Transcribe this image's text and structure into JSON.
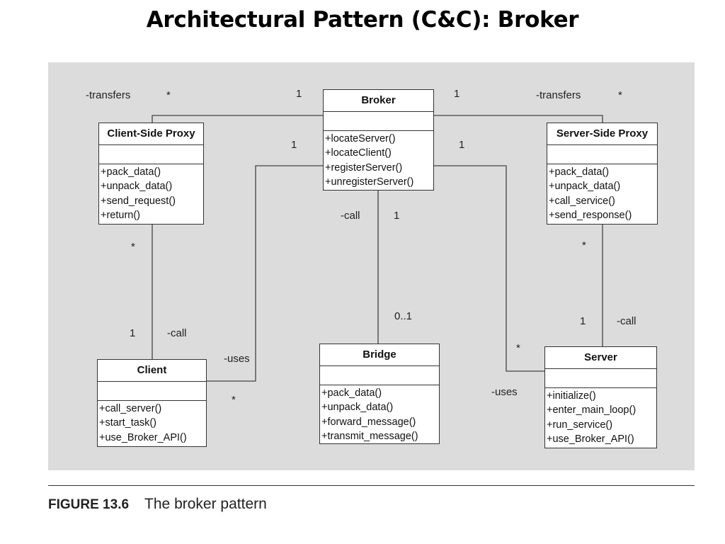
{
  "title": "Architectural Pattern (C&C): Broker",
  "classes": {
    "broker": {
      "name": "Broker",
      "ops": [
        "+locateServer()",
        "+locateClient()",
        "+registerServer()",
        "+unregisterServer()"
      ]
    },
    "client_proxy": {
      "name": "Client-Side Proxy",
      "ops": [
        "+pack_data()",
        "+unpack_data()",
        "+send_request()",
        "+return()"
      ]
    },
    "server_proxy": {
      "name": "Server-Side Proxy",
      "ops": [
        "+pack_data()",
        "+unpack_data()",
        "+call_service()",
        "+send_response()"
      ]
    },
    "client": {
      "name": "Client",
      "ops": [
        "+call_server()",
        "+start_task()",
        "+use_Broker_API()"
      ]
    },
    "bridge": {
      "name": "Bridge",
      "ops": [
        "+pack_data()",
        "+unpack_data()",
        "+forward_message()",
        "+transmit_message()"
      ]
    },
    "server": {
      "name": "Server",
      "ops": [
        "+initialize()",
        "+enter_main_loop()",
        "+run_service()",
        "+use_Broker_API()"
      ]
    }
  },
  "labels": {
    "transfers_left": "-transfers",
    "star_transfers_left": "*",
    "one_broker_left_top": "1",
    "one_broker_right_top": "1",
    "transfers_right": "-transfers",
    "star_transfers_right": "*",
    "one_broker_left_uses": "1",
    "one_broker_right_uses": "1",
    "call_broker_bridge": "-call",
    "one_broker_bridge": "1",
    "star_client_proxy": "*",
    "one_client": "1",
    "call_client": "-call",
    "uses_client": "-uses",
    "star_client": "*",
    "zero_one_bridge": "0..1",
    "star_server_proxy": "*",
    "one_server": "1",
    "call_server": "-call",
    "star_server": "*",
    "uses_server": "-uses"
  },
  "caption": {
    "figure": "FIGURE 13.6",
    "text": "The broker pattern"
  }
}
